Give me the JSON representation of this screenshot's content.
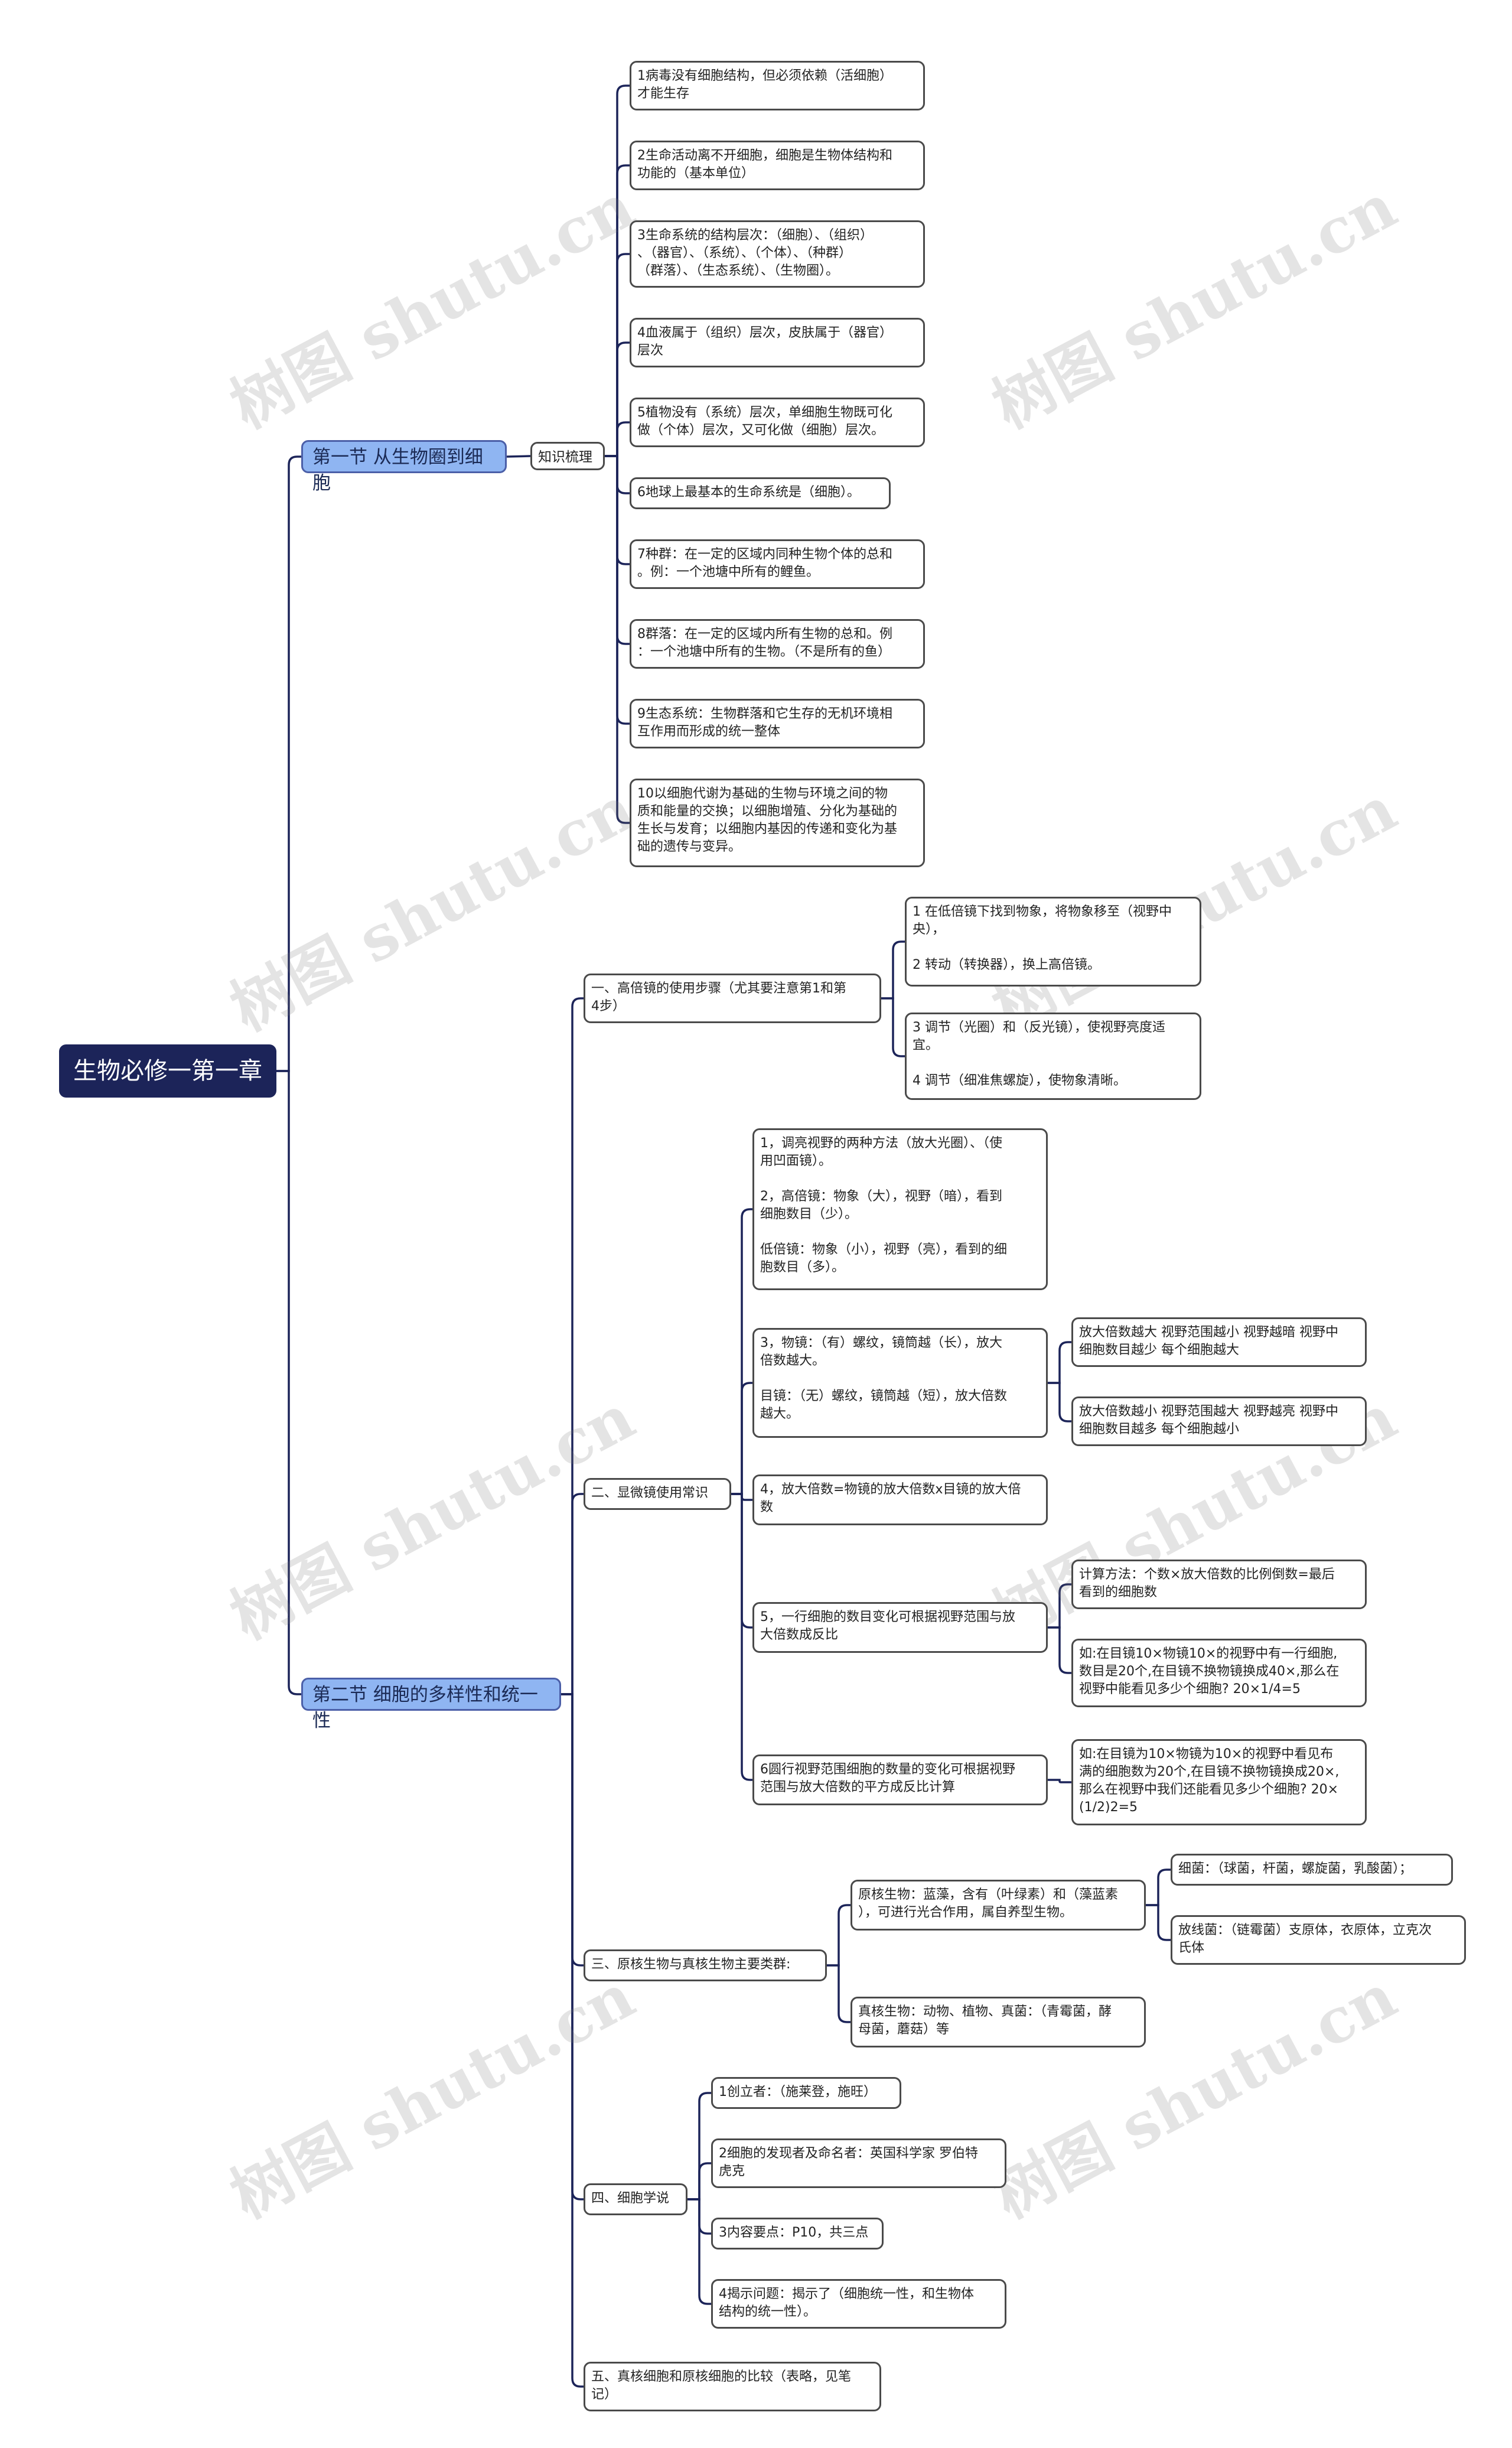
{
  "root": "生物必修一第一章",
  "section1": {
    "title": "第一节 从生物圈到细胞",
    "label": "知识梳理",
    "items": [
      "1病毒没有细胞结构，但必须依赖（活细胞）\n才能生存",
      "2生命活动离不开细胞，细胞是生物体结构和\n功能的（基本单位）",
      "3生命系统的结构层次：（细胞）、（组织）\n、（器官）、（系统）、（个体）、（种群）\n（群落）、（生态系统）、（生物圈）。",
      "4血液属于（组织）层次，皮肤属于（器官）\n层次",
      "5植物没有（系统）层次，单细胞生物既可化\n做（个体）层次，又可化做（细胞）层次。",
      "6地球上最基本的生命系统是（细胞）。",
      "7种群：在一定的区域内同种生物个体的总和\n。例：一个池塘中所有的鲤鱼。",
      "8群落：在一定的区域内所有生物的总和。例\n：一个池塘中所有的生物。（不是所有的鱼）",
      "9生态系统：生物群落和它生存的无机环境相\n互作用而形成的统一整体",
      "10以细胞代谢为基础的生物与环境之间的物\n质和能量的交换；以细胞增殖、分化为基础的\n生长与发育；以细胞内基因的传递和变化为基\n础的遗传与变异。"
    ]
  },
  "section2": {
    "title": "第二节 细胞的多样性和统一性",
    "a": {
      "title": "一、高倍镜的使用步骤（尤其要注意第1和第\n4步）",
      "s1": "1 在低倍镜下找到物象，将物象移至（视野中\n央），\n\n2 转动（转换器），换上高倍镜。",
      "s2": "3 调节（光圈）和（反光镜），使视野亮度适\n宜。\n\n4 调节（细准焦螺旋），使物象清晰。"
    },
    "b": {
      "title": "二、显微镜使用常识",
      "i1": "1，调亮视野的两种方法（放大光圈）、（使\n用凹面镜）。\n\n2，高倍镜：物象（大），视野（暗），看到\n细胞数目（少）。\n\n低倍镜：物象（小），视野（亮），看到的细\n胞数目（多）。",
      "i3": "3，物镜：（有）螺纹，镜筒越（长），放大\n倍数越大。\n\n目镜：（无）螺纹，镜筒越（短），放大倍数\n越大。",
      "i3a": "放大倍数越大 视野范围越小 视野越暗 视野中\n细胞数目越少 每个细胞越大",
      "i3b": "放大倍数越小 视野范围越大 视野越亮 视野中\n细胞数目越多 每个细胞越小",
      "i4": "4，放大倍数=物镜的放大倍数x目镜的放大倍\n数",
      "i5": "5，一行细胞的数目变化可根据视野范围与放\n大倍数成反比",
      "i5a": "计算方法：个数×放大倍数的比例倒数=最后\n看到的细胞数",
      "i5b": "如:在目镜10×物镜10×的视野中有一行细胞,\n数目是20个,在目镜不换物镜换成40×,那么在\n视野中能看见多少个细胞? 20×1/4=5",
      "i6": "6圆行视野范围细胞的数量的变化可根据视野\n范围与放大倍数的平方成反比计算",
      "i6a": "如:在目镜为10×物镜为10×的视野中看见布\n满的细胞数为20个,在目镜不换物镜换成20×,\n那么在视野中我们还能看见多少个细胞? 20×\n(1/2)2=5"
    },
    "c": {
      "title": "三、原核生物与真核生物主要类群:",
      "pro": "原核生物：蓝藻，含有（叶绿素）和（藻蓝素\n），可进行光合作用，属自养型生物。",
      "pro1": "细菌：（球菌，杆菌，螺旋菌，乳酸菌）；",
      "pro2": "放线菌：（链霉菌）支原体，衣原体，立克次\n氏体",
      "euk": "真核生物：动物、植物、真菌：（青霉菌，酵\n母菌，蘑菇）等"
    },
    "d": {
      "title": "四、细胞学说",
      "d1": "1创立者：（施莱登，施旺）",
      "d2": "2细胞的发现者及命名者：英国科学家 罗伯特\n虎克",
      "d3": "3内容要点：P10，共三点",
      "d4": "4揭示问题：揭示了（细胞统一性，和生物体\n结构的统一性）。"
    },
    "e": {
      "title": "五、真核细胞和原核细胞的比较（表略，见笔\n记）"
    }
  },
  "watermark": "树图 shutu.cn",
  "colors": {
    "root_bg": "#1c2459",
    "level1_bg": "#8fb5f2",
    "line": "#1c2459"
  }
}
